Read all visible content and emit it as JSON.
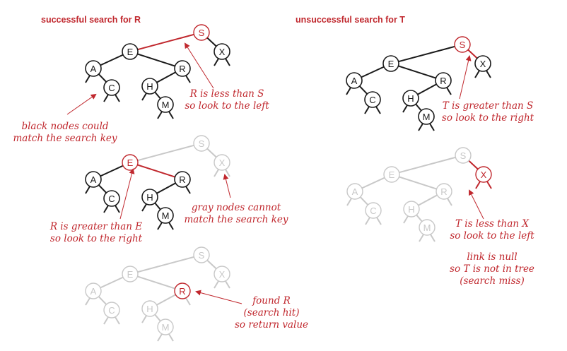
{
  "titles": {
    "hit": "successful search for R",
    "miss": "unsuccessful search for T"
  },
  "notes": {
    "h1a": "R is less than S",
    "h1b": "so look to the left",
    "h1c": "black nodes could",
    "h1d": "match the search key",
    "h2a": "gray nodes cannot",
    "h2b": "match the search key",
    "h2c": "R is greater than E",
    "h2d": "so look to the right",
    "h3a": "found R",
    "h3b": "(search hit)",
    "h3c": "so return value",
    "m1a": "T is greater than S",
    "m1b": "so look to the right",
    "m2a": "T is less than X",
    "m2b": "so look to the left",
    "m3a": "link is null",
    "m3b": "so T is not in tree",
    "m3c": "(search miss)"
  },
  "colors": {
    "red": "#c0272d",
    "black": "#1a1a1a",
    "gray": "#c8c8c8",
    "node_fill": "#ffffff"
  }
}
